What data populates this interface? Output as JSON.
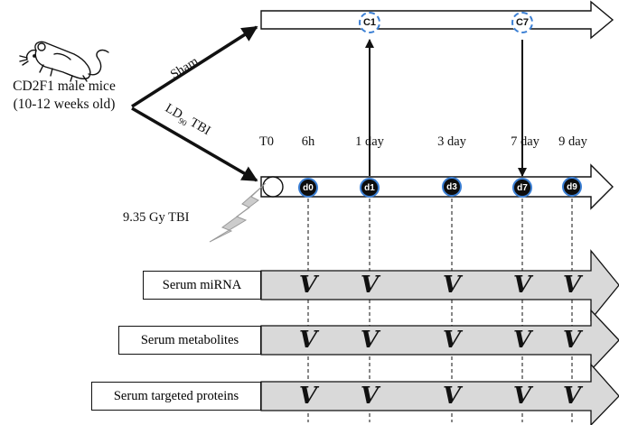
{
  "subject": {
    "line1": "CD2F1 male mice",
    "line2": "(10-12 weeks old)"
  },
  "branches": {
    "sham": "Sham",
    "tbi_prefix": "LD",
    "tbi_sub": "90",
    "tbi_suffix": " TBI"
  },
  "dose": "9.35 Gy TBI",
  "timepoints": [
    "T0",
    "6h",
    "1 day",
    "3 day",
    "7 day",
    "9 day"
  ],
  "control_nodes": [
    "C1",
    "C7"
  ],
  "day_nodes": [
    "d0",
    "d1",
    "d3",
    "d7",
    "d9"
  ],
  "assays": [
    {
      "label": "Serum miRNA",
      "checks": [
        "V",
        "V",
        "V",
        "V",
        "V"
      ]
    },
    {
      "label": "Serum metabolites",
      "checks": [
        "V",
        "V",
        "V",
        "V",
        "V"
      ]
    },
    {
      "label": "Serum targeted proteins",
      "checks": [
        "V",
        "V",
        "V",
        "V",
        "V"
      ]
    }
  ],
  "colors": {
    "node_border": "#3b7fd4",
    "node_fill": "#0d0d0d",
    "assay_arrow_fill": "#d9d9d9",
    "lightning_fill": "#cccccc"
  },
  "icons": {
    "mouse": "mouse-icon",
    "radiation": "lightning-icon"
  }
}
